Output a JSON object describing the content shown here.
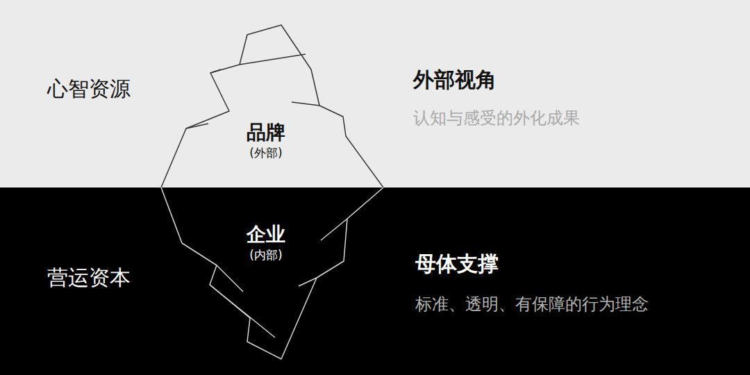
{
  "diagram": {
    "nodes": [
      {
        "text": [
          "品牌",
          "(外部)"
        ]
      },
      {
        "text": [
          "企业",
          "(内部)"
        ]
      }
    ],
    "labels": [
      "心智资源",
      "外部视角",
      "认知与感受的外化成果",
      "营运资本",
      "母体支撑",
      "标准、透明、有保障的行为理念"
    ]
  }
}
